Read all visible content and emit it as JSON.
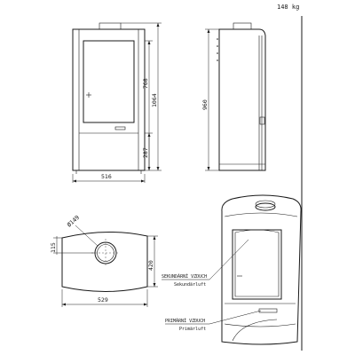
{
  "weight": "148 kg",
  "front": {
    "width": "516",
    "height_total": "1064",
    "height_door": "768",
    "height_lower": "287"
  },
  "side": {
    "height": "960"
  },
  "top": {
    "diameter": "Ø149",
    "offset": "115",
    "width": "529",
    "depth": "420"
  },
  "labels": {
    "secondary_cz": "SEKUNDÁRNÍ VZDUCH",
    "secondary_de": "Sekundärluft",
    "primary_cz": "PRIMÁRNÍ VZDUCH",
    "primary_de": "Primärluft"
  }
}
